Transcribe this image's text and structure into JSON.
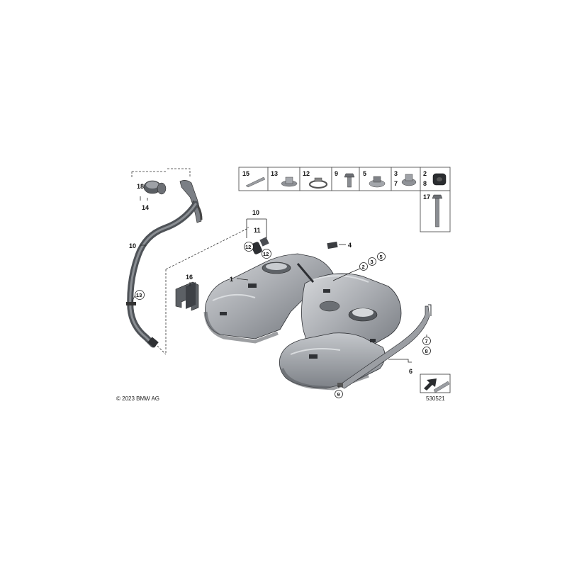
{
  "copyright": "© 2023 BMW AG",
  "diagram_number": "530521",
  "callouts": {
    "c1": "1",
    "c2": "2",
    "c3": "3",
    "c5": "5",
    "c4": "4",
    "c6": "6",
    "c7": "7",
    "c8": "8",
    "c9": "9",
    "c10a": "10",
    "c11": "11",
    "c12a": "12",
    "c12b": "12",
    "c10b": "10",
    "c13": "13",
    "c14": "14",
    "c18": "18",
    "c16": "16"
  },
  "parts_strip": {
    "cells": [
      {
        "labels": [
          "15"
        ]
      },
      {
        "labels": [
          "13"
        ]
      },
      {
        "labels": [
          "12"
        ]
      },
      {
        "labels": [
          "9"
        ]
      },
      {
        "labels": [
          "5"
        ]
      },
      {
        "labels": [
          "3",
          "7"
        ]
      },
      {
        "labels": [
          "2",
          "8"
        ]
      }
    ],
    "extra_cell": {
      "labels": [
        "17"
      ]
    }
  },
  "colors": {
    "tank_metal": "#a9acb1",
    "tank_shadow": "#6f7379",
    "hose": "#55595e",
    "outline": "#333333"
  },
  "icons": {
    "direction": "arrow-direction-icon"
  }
}
